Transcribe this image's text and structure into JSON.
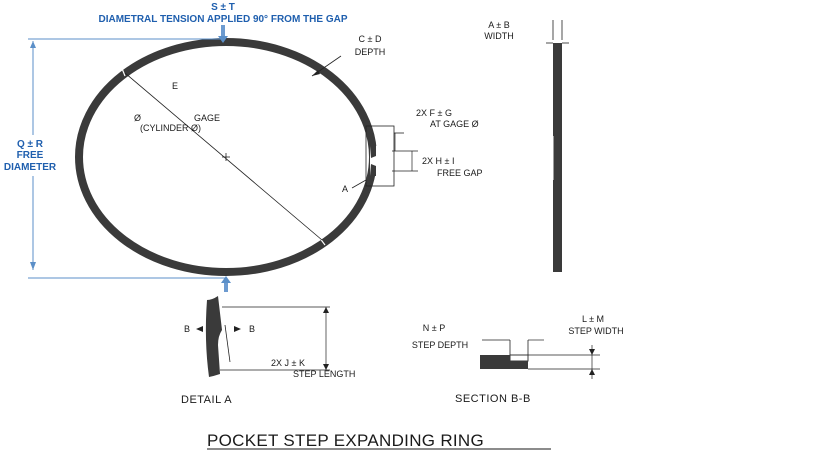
{
  "diagram": {
    "title": "POCKET STEP EXPANDING RING",
    "top_label": {
      "tolerance_line": "S  ±  T",
      "text": "DIAMETRAL TENSION APPLIED 90° FROM THE GAP"
    },
    "free_diameter": {
      "line1": "Q  ±  R",
      "line2": "FREE",
      "line3": "DIAMETER"
    },
    "depth": {
      "tolerance_line": "C  ±  D",
      "text": "DEPTH"
    },
    "width": {
      "tolerance_line": "A  ±  B",
      "text": "WIDTH"
    },
    "label_e": "E",
    "gage": {
      "symbol": "Ø",
      "word": "GAGE",
      "text": "(CYLINDER Ø)"
    },
    "gap_at_gage": {
      "tolerance_line": "2X  F  ±  G",
      "text": "AT GAGE Ø"
    },
    "free_gap": {
      "tolerance_line": "2X  H  ±  I",
      "text": "FREE GAP"
    },
    "detail_marker": "A",
    "step_length": {
      "tolerance_line": "2X    J       ±     K",
      "text": "STEP LENGTH"
    },
    "section_marks": {
      "left": "B",
      "right": "B"
    },
    "detail_a_label": "DETAIL  A",
    "step_depth": {
      "tolerance_line": "N   ±   P",
      "text": "STEP DEPTH"
    },
    "step_width": {
      "tolerance_line": "L   ±   M",
      "text": "STEP WIDTH"
    },
    "section_label": "SECTION B-B",
    "colors": {
      "ring": "#3a3a3a",
      "accent_blue": "#1f5fae",
      "dim_blue": "#5b8fc8"
    }
  }
}
